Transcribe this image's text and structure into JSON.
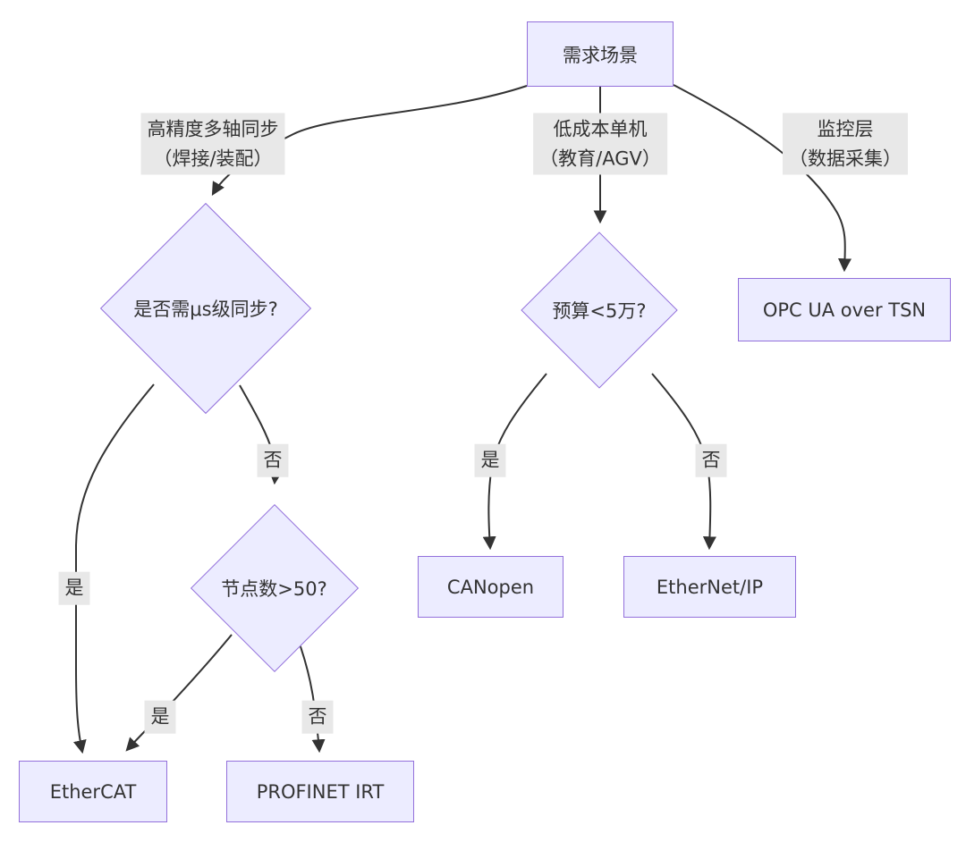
{
  "diagram": {
    "type": "flowchart-decision-tree",
    "colors": {
      "node_fill": "#ECECFF",
      "node_border": "#9370DB",
      "edge_line": "#333333",
      "edge_label_bg": "#e8e8e8",
      "text": "#333333",
      "background": "#ffffff"
    },
    "nodes": {
      "root": {
        "label": "需求场景",
        "shape": "rect"
      },
      "q_sync": {
        "label": "是否需μs级同步?",
        "shape": "diamond"
      },
      "q_nodes": {
        "label": "节点数>50?",
        "shape": "diamond"
      },
      "q_budget": {
        "label": "预算<5万?",
        "shape": "diamond"
      },
      "ethercat": {
        "label": "EtherCAT",
        "shape": "rect"
      },
      "profinet_irt": {
        "label": "PROFINET IRT",
        "shape": "rect"
      },
      "canopen": {
        "label": "CANopen",
        "shape": "rect"
      },
      "ethernet_ip": {
        "label": "EtherNet/IP",
        "shape": "rect"
      },
      "opc_ua_tsn": {
        "label": "OPC UA over TSN",
        "shape": "rect"
      }
    },
    "edges": [
      {
        "from": "需求场景",
        "to": "是否需μs级同步?",
        "lines": [
          "高精度多轴同步",
          "（焊接/装配）"
        ]
      },
      {
        "from": "需求场景",
        "to": "预算<5万?",
        "lines": [
          "低成本单机",
          "（教育/AGV）"
        ]
      },
      {
        "from": "需求场景",
        "to": "OPC UA over TSN",
        "lines": [
          "监控层",
          "（数据采集）"
        ]
      },
      {
        "from": "是否需μs级同步?",
        "to": "EtherCAT",
        "lines": [
          "是"
        ]
      },
      {
        "from": "是否需μs级同步?",
        "to": "节点数>50?",
        "lines": [
          "否"
        ]
      },
      {
        "from": "节点数>50?",
        "to": "EtherCAT",
        "lines": [
          "是"
        ]
      },
      {
        "from": "节点数>50?",
        "to": "PROFINET IRT",
        "lines": [
          "否"
        ]
      },
      {
        "from": "预算<5万?",
        "to": "CANopen",
        "lines": [
          "是"
        ]
      },
      {
        "from": "预算<5万?",
        "to": "EtherNet/IP",
        "lines": [
          "否"
        ]
      }
    ]
  }
}
